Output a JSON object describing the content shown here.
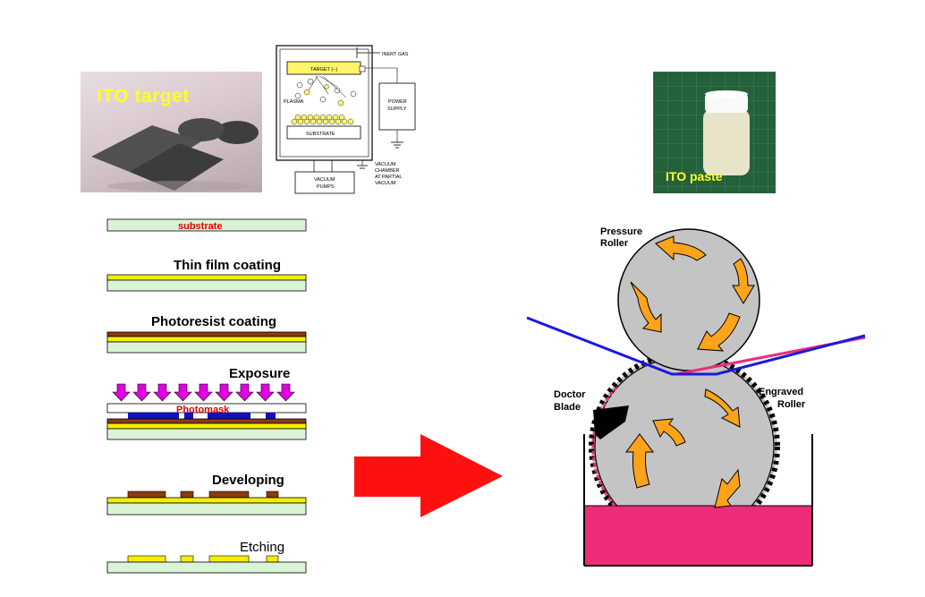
{
  "ito_target": {
    "label": "ITO target"
  },
  "sputter": {
    "inert_gas": "INERT GAS",
    "target": "TARGET (−)",
    "plasma": "PLASMA",
    "substrate": "SUBSTRATE",
    "power_supply_line1": "POWER",
    "power_supply_line2": "SUPPLY",
    "vacuum_pumps_line1": "VACUUM",
    "vacuum_pumps_line2": "PUMPS",
    "chamber_line1": "VACUUM",
    "chamber_line2": "CHAMBER",
    "chamber_line3": "AT PARTIAL",
    "chamber_line4": "VACUUM"
  },
  "ito_paste": {
    "label": "ITO paste"
  },
  "steps": {
    "substrate": "substrate",
    "thin_film": "Thin film coating",
    "photoresist": "Photoresist coating",
    "exposure": "Exposure",
    "photomask": "Photomask",
    "developing": "Developing",
    "etching": "Etching"
  },
  "gravure": {
    "pressure_line1": "Pressure",
    "pressure_line2": "Roller",
    "doctor_line1": "Doctor",
    "doctor_line2": "Blade",
    "engraved_line1": "Engraved",
    "engraved_line2": "Roller"
  },
  "colors": {
    "substrate": "#d8f4d4",
    "ito_film": "#f4ee00",
    "photoresist": "#8b3a14",
    "exposure_arrow": "#e000e0",
    "photomask_pattern": "#1010c0",
    "arrow": "#ff1010",
    "web_line": "#1a1adc",
    "ink": "#ee2c7a",
    "roller": "#c4c4c4",
    "roller_arrow": "#ffa31a"
  },
  "icons": {
    "process_arrow": "big-red-right-arrow",
    "rotation_arrows": "curved-orange-arrow"
  }
}
